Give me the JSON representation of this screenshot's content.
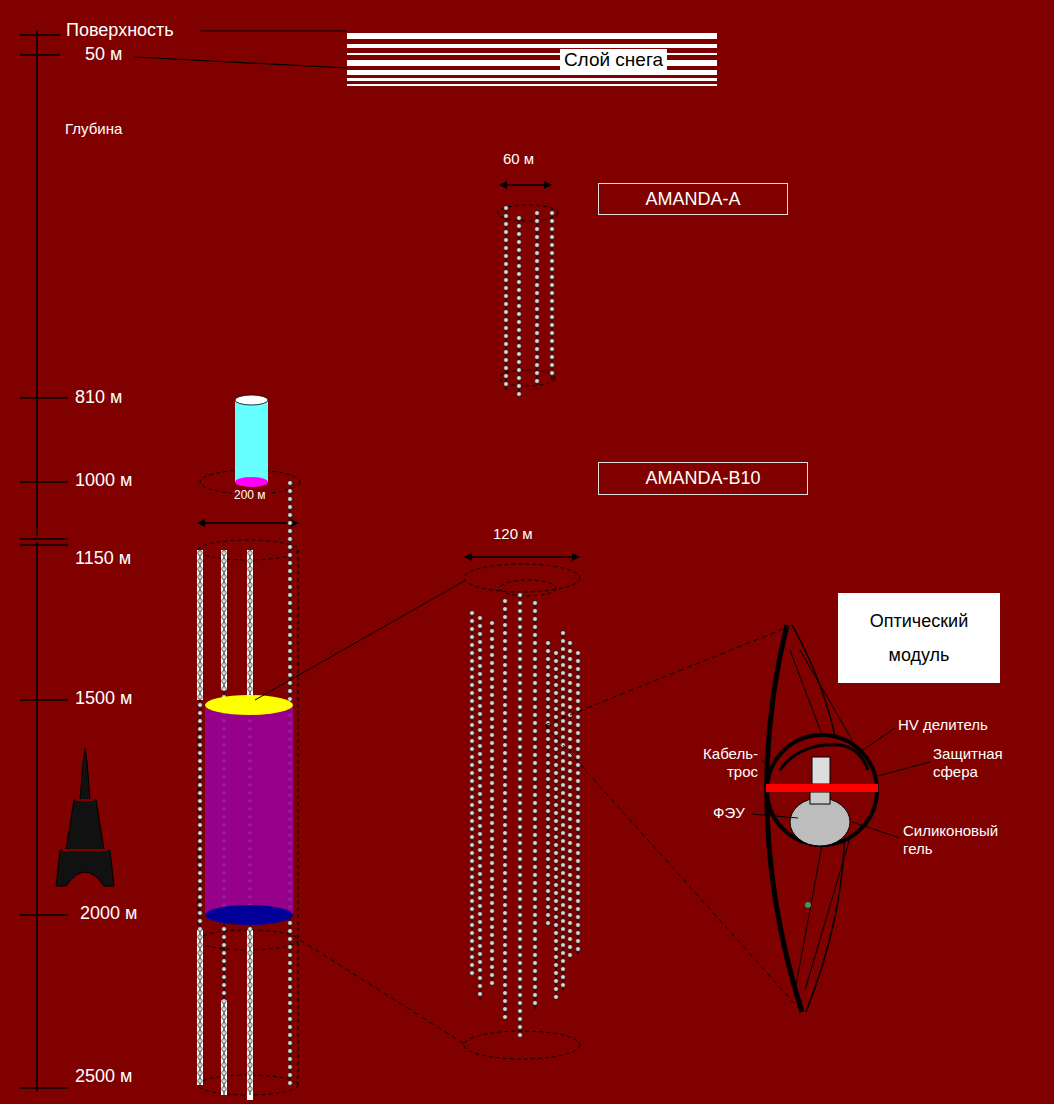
{
  "diagram": {
    "nodes": [
      {
        "text": [
          "Слой снега"
        ]
      },
      {
        "text": [
          "AMANDA-A"
        ]
      },
      {
        "text": [
          "AMANDA-B10"
        ]
      },
      {
        "text": [
          "Оптический модуль"
        ]
      }
    ],
    "labels": [
      "Поверхность",
      "50 м",
      "Глубина",
      "60 м",
      "810 м",
      "1000 м",
      "200 м",
      "1150 м",
      "120 м",
      "1500 м",
      "HV делитель",
      "Кабель-трос",
      "Защитная сфера",
      "ФЭУ",
      "Силиконовый гель",
      "2000 м",
      "2500 м"
    ]
  }
}
